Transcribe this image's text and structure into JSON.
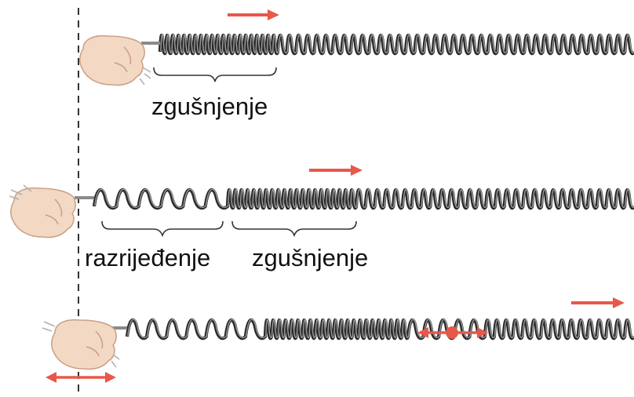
{
  "labels": {
    "row1_compression": "zgušnjenje",
    "row2_rarefaction": "razrijeđenje",
    "row2_compression": "zgušnjenje"
  },
  "colors": {
    "arrow": "#e8584a",
    "spring_dark": "#2b2b2b",
    "spring_light": "#9a9a9a",
    "hand": "#f3d8c3",
    "hand_outline": "#c99f86",
    "dashed_line": "#333333",
    "brace": "#333333"
  },
  "icons": [
    "hand-icon",
    "spring-coil",
    "arrow-right-icon",
    "double-arrow-icon",
    "particle-dot-icon"
  ]
}
